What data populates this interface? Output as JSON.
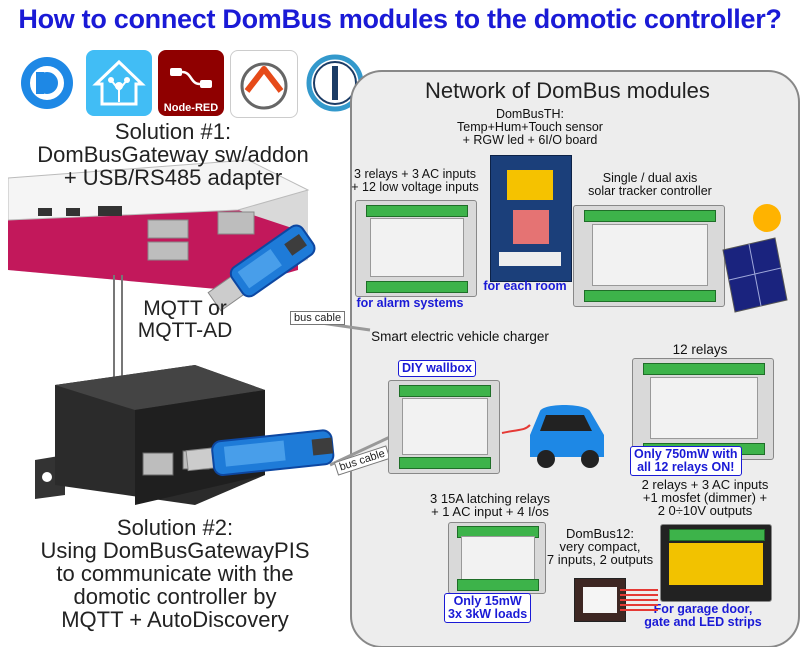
{
  "title": "How to connect DomBus modules to the domotic controller?",
  "logos": [
    "domoticz-icon",
    "home-assistant-icon",
    "node-red-icon",
    "openhab-icon",
    "iobroker-icon"
  ],
  "node_red_label": "Node-RED",
  "solution1": [
    "Solution #1:",
    "DomBusGateway sw/addon",
    "+ USB/RS485 adapter"
  ],
  "mqtt_link": [
    "MQTT or",
    "MQTT-AD"
  ],
  "solution2": [
    "Solution #2:",
    "Using DomBusGatewayPIS",
    "to communicate with the",
    "domotic controller by",
    "MQTT + AutoDiscovery"
  ],
  "bus_cable": "bus cable",
  "network_title": "Network of DomBus modules",
  "modules": {
    "dombusth": [
      "DomBusTH:",
      "Temp+Hum+Touch sensor",
      "+ RGW led + 6I/O board"
    ],
    "dombus37": [
      "3 relays + 3 AC inputs",
      "+ 12 low voltage inputs"
    ],
    "dombus37_note": "for alarm systems",
    "dombusth_note": "for each room",
    "solar": [
      "Single / dual axis",
      "solar tracker controller"
    ],
    "ev": "Smart electric vehicle charger",
    "ev_note": "DIY wallbox",
    "relays12": "12 relays",
    "relays12_note": [
      "Only 750mW with",
      "all 12 relays ON!"
    ],
    "mosfet": [
      "2 relays + 3 AC inputs",
      "+1 mosfet (dimmer) +",
      "2 0÷10V outputs"
    ],
    "latching": [
      "3 15A latching relays",
      "+ 1 AC input + 4 I/os"
    ],
    "latching_note": [
      "Only 15mW",
      "3x 3kW loads"
    ],
    "dombus12": [
      "DomBus12:",
      "very compact,",
      "7 inputs, 2 outputs"
    ],
    "mosfet_note": [
      "For garage door,",
      "gate and LED strips"
    ]
  },
  "colors": {
    "title": "#1a1ad6",
    "highlight": "#1a1ad6",
    "panel": "#ededed"
  }
}
